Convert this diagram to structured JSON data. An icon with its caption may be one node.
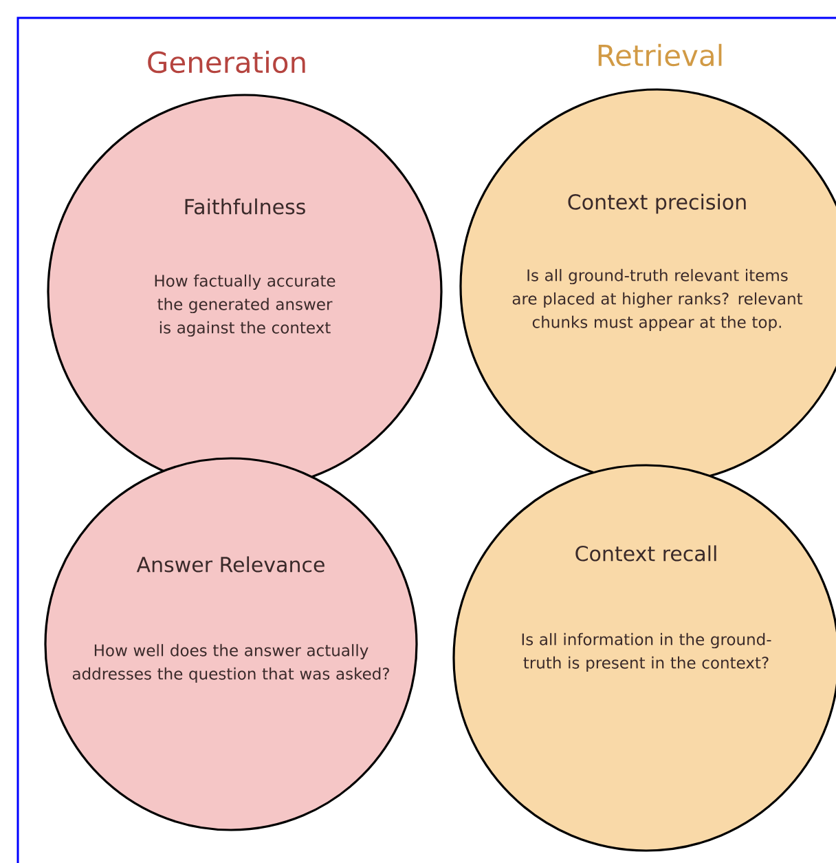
{
  "diagram": {
    "nodes": [
      {
        "text": [
          "Faithfulness",
          "How factually accurate the generated answer is against the context"
        ]
      },
      {
        "text": [
          "Context precision",
          "Is all ground-truth relevant items are placed at higher ranks? relevant chunks must appear at the top."
        ]
      },
      {
        "text": [
          "Answer Relevance",
          "How well does the answer actually addresses the question that was asked?"
        ]
      },
      {
        "text": [
          "Context recall",
          "Is all information in the ground-truth is present in the context?"
        ]
      }
    ],
    "labels": [
      "Generation",
      "Retrieval"
    ]
  }
}
